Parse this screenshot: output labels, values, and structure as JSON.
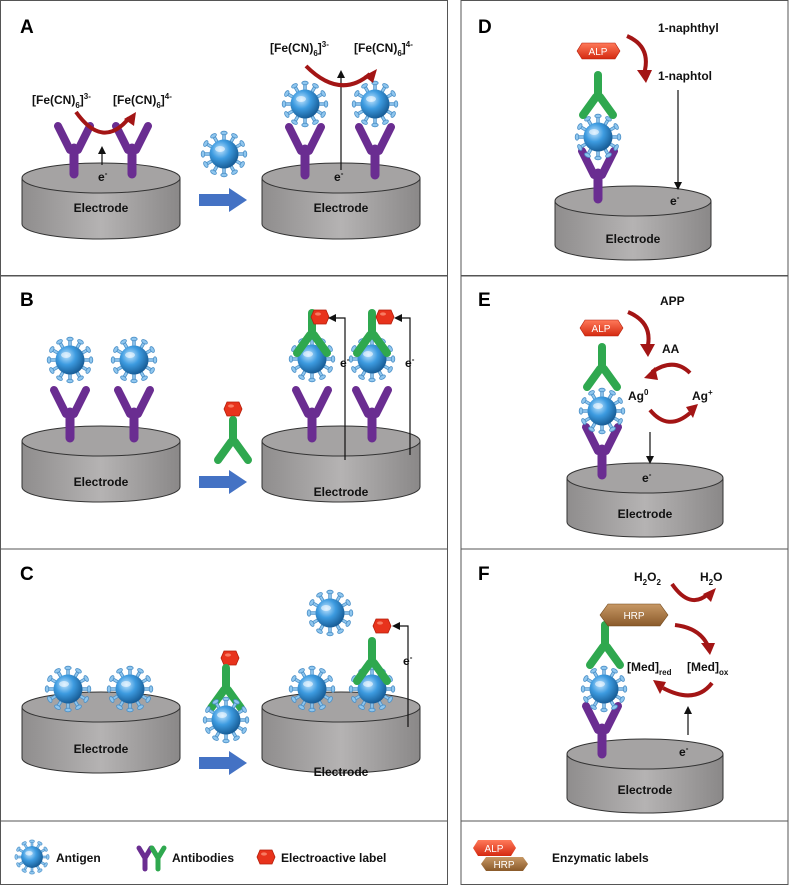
{
  "panels": {
    "A": {
      "label": "A",
      "left_couple": [
        "[Fe(CN)",
        "6",
        "]",
        "3-"
      ],
      "right_couple": [
        "[Fe(CN)",
        "6",
        "]",
        "4-"
      ]
    },
    "B": {
      "label": "B"
    },
    "C": {
      "label": "C"
    },
    "D": {
      "label": "D",
      "substrate": "1-naphthyl",
      "product": "1-naphtol",
      "enzyme": "ALP"
    },
    "E": {
      "label": "E",
      "substrate": "APP",
      "product": "AA",
      "ag0": "Ag",
      "ag0_sup": "0",
      "agplus": "Ag",
      "agplus_sup": "+",
      "enzyme": "ALP"
    },
    "F": {
      "label": "F",
      "h2o2": [
        "H",
        "2",
        "O",
        "2"
      ],
      "h2o": [
        "H",
        "2",
        "O"
      ],
      "med_red": [
        "[Med]",
        "red"
      ],
      "med_ox": [
        "[Med]",
        "ox"
      ],
      "enzyme": "HRP"
    }
  },
  "electrode_label": "Electrode",
  "electron": "e",
  "electron_sup": "-",
  "legend": {
    "antigen": "Antigen",
    "antibodies": "Antibodies",
    "electroactive_label": "Electroactive label",
    "enzymatic_labels": "Enzymatic labels",
    "alp": "ALP",
    "hrp": "HRP"
  },
  "colors": {
    "antibody_capture": "#6a2d91",
    "antibody_detect": "#2fa84f",
    "antigen": "#2f8fd6",
    "electrode": "#a5a3a3",
    "arrow_blue": "#4472c4",
    "redox_arrow": "#a31515",
    "label_red": "#e8331c",
    "alp": "#e8331c",
    "hrp": "#a0703a"
  }
}
